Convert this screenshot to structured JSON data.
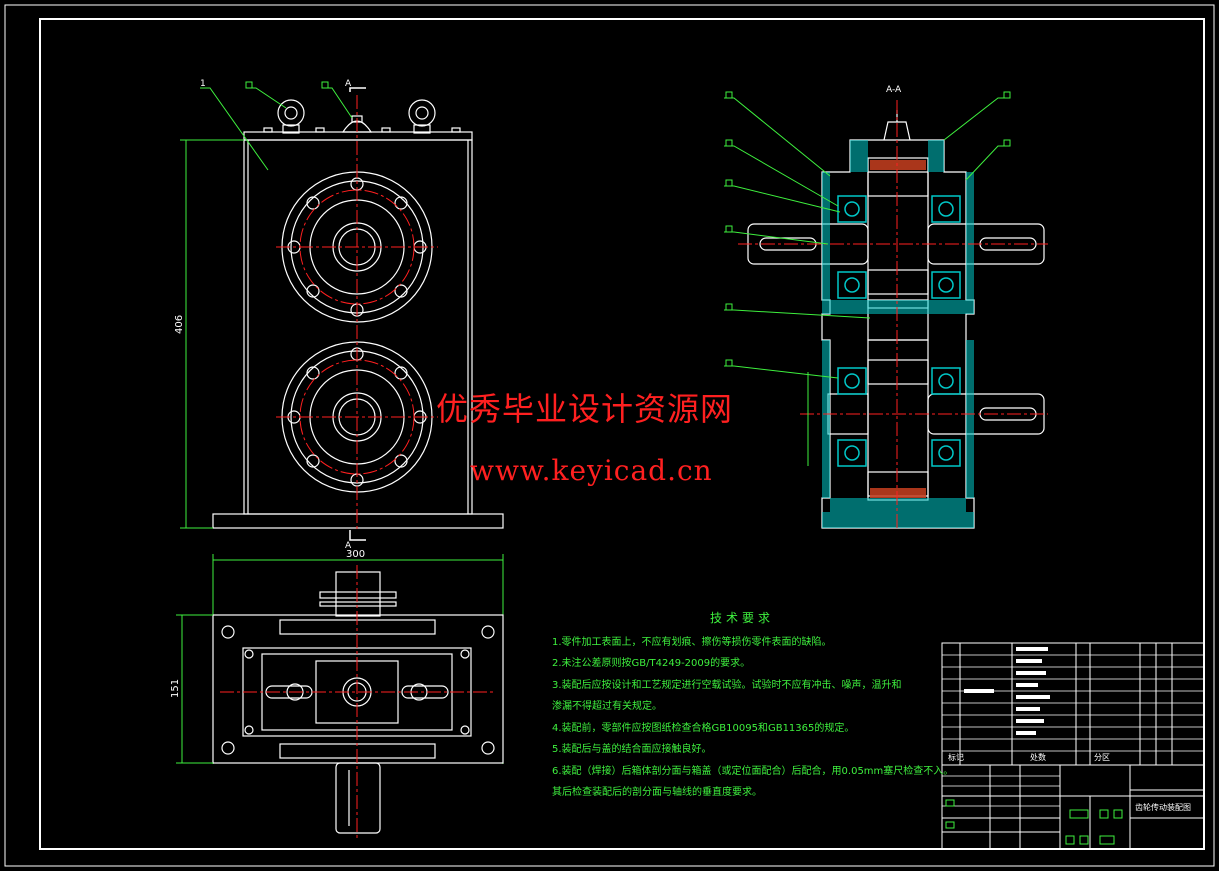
{
  "drawing": {
    "section_label": "A-A",
    "cut_mark": "A",
    "leader_item": "1"
  },
  "dimensions": {
    "height": "406",
    "width": "300",
    "depth": "151"
  },
  "technical_requirements": {
    "title": "技术要求",
    "items": [
      "1.零件加工表面上，不应有划痕、擦伤等损伤零件表面的缺陷。",
      "2.未注公差原则按GB/T4249-2009的要求。",
      "3.装配后应按设计和工艺规定进行空载试验。试验时不应有冲击、噪声，温升和",
      "   渗漏不得超过有关规定。",
      "4.装配前，零部件应按图纸检查合格GB10095和GB11365的规定。",
      "5.装配后与盖的结合面应接触良好。",
      "6.装配（焊接）后箱体剖分面与箱盖（或定位面配合）后配合，用0.05mm塞尺检查不入。",
      "   其后检查装配后的剖分面与轴线的垂直度要求。"
    ]
  },
  "watermark": {
    "line1": "优秀毕业设计资源网",
    "line2": "www.keyicad.cn"
  },
  "title_block": {
    "drawing_name": "齿轮传动装配图",
    "col_labels": [
      "标记",
      "处数",
      "分区"
    ]
  },
  "colors": {
    "background": "#000000",
    "outline": "#ffffff",
    "centerline": "#ff2020",
    "dimension": "#3ef03e",
    "section_hatch": "#00c8c8",
    "watermark": "#ff2020"
  }
}
